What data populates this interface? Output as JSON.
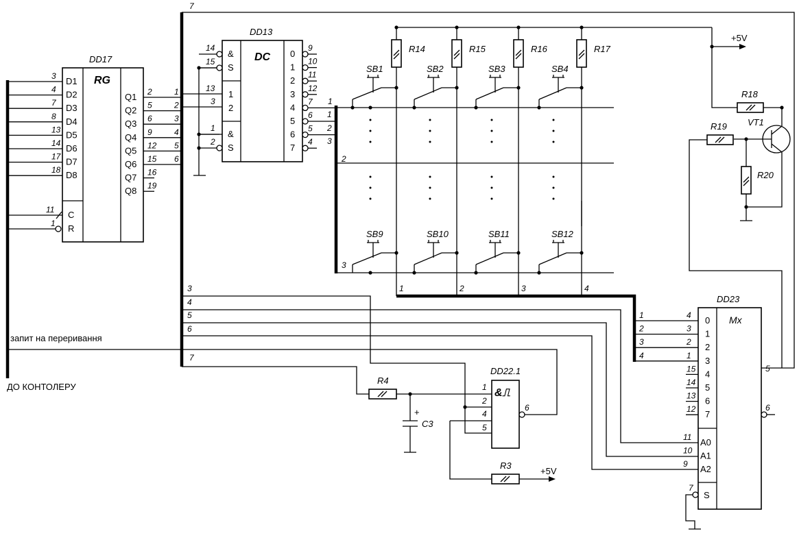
{
  "refs": {
    "dd17": "DD17",
    "dd13": "DD13",
    "dd22": "DD22.1",
    "dd23": "DD23",
    "r3": "R3",
    "r4": "R4",
    "r14": "R14",
    "r15": "R15",
    "r16": "R16",
    "r17": "R17",
    "r18": "R18",
    "r19": "R19",
    "r20": "R20",
    "c3": "C3",
    "vt1": "VT1"
  },
  "chips": {
    "rg": "RG",
    "dc": "DC",
    "mx": "Mx",
    "and": "&",
    "and_st": "&⎍"
  },
  "dd17": {
    "inputs": [
      "D1",
      "D2",
      "D3",
      "D4",
      "D5",
      "D6",
      "D7",
      "D8"
    ],
    "input_pins": [
      "3",
      "4",
      "7",
      "8",
      "13",
      "14",
      "17",
      "18"
    ],
    "outputs": [
      "Q1",
      "Q2",
      "Q3",
      "Q4",
      "Q5",
      "Q6",
      "Q7",
      "Q8"
    ],
    "output_pins": [
      "2",
      "5",
      "6",
      "9",
      "12",
      "15",
      "16",
      "19"
    ],
    "c_label": "C",
    "c_pin": "11",
    "r_label": "R",
    "r_pin": "1"
  },
  "bus_wire_numbers": [
    "1",
    "2",
    "3",
    "4",
    "5",
    "6"
  ],
  "dd13": {
    "in_labels": [
      "1",
      "2"
    ],
    "in_pins": [
      "13",
      "3"
    ],
    "s_top_pins": [
      "14",
      "15"
    ],
    "s_bot_pins": [
      "1",
      "2"
    ],
    "s_label": "S",
    "out_labels": [
      "0",
      "1",
      "2",
      "3",
      "4",
      "5",
      "6",
      "7"
    ],
    "out_pins": [
      "9",
      "10",
      "11",
      "12",
      "7",
      "6",
      "5",
      "4"
    ]
  },
  "row_bus_numbers": [
    "1",
    "2",
    "3"
  ],
  "row_bus_pins": [
    "1",
    "2",
    "3"
  ],
  "buttons": [
    "SB1",
    "SB2",
    "SB3",
    "SB4",
    "SB9",
    "SB10",
    "SB11",
    "SB12"
  ],
  "col_bus_numbers": [
    "1",
    "2",
    "3",
    "4"
  ],
  "main_bus": {
    "top": "7",
    "lines": [
      "3",
      "4",
      "5",
      "6",
      "7"
    ]
  },
  "supply": "+5V",
  "interrupt_label": "запит на переривання",
  "controller_label": "ДО КОНТОЛЕРУ",
  "dd22": {
    "pins_in": [
      "1",
      "2",
      "4",
      "5"
    ],
    "pin_out": "6"
  },
  "c3_plus": "+",
  "dd23": {
    "data_labels": [
      "0",
      "1",
      "2",
      "3",
      "4",
      "5",
      "6",
      "7"
    ],
    "data_pins": [
      "4",
      "3",
      "2",
      "1",
      "15",
      "14",
      "13",
      "12"
    ],
    "addr_labels": [
      "A0",
      "A1",
      "A2"
    ],
    "addr_pins": [
      "11",
      "10",
      "9"
    ],
    "s_label": "S",
    "s_pin": "7",
    "out_pin": "5",
    "out_inv_pin": "6",
    "bus_ids": [
      "1",
      "2",
      "3",
      "4"
    ]
  }
}
